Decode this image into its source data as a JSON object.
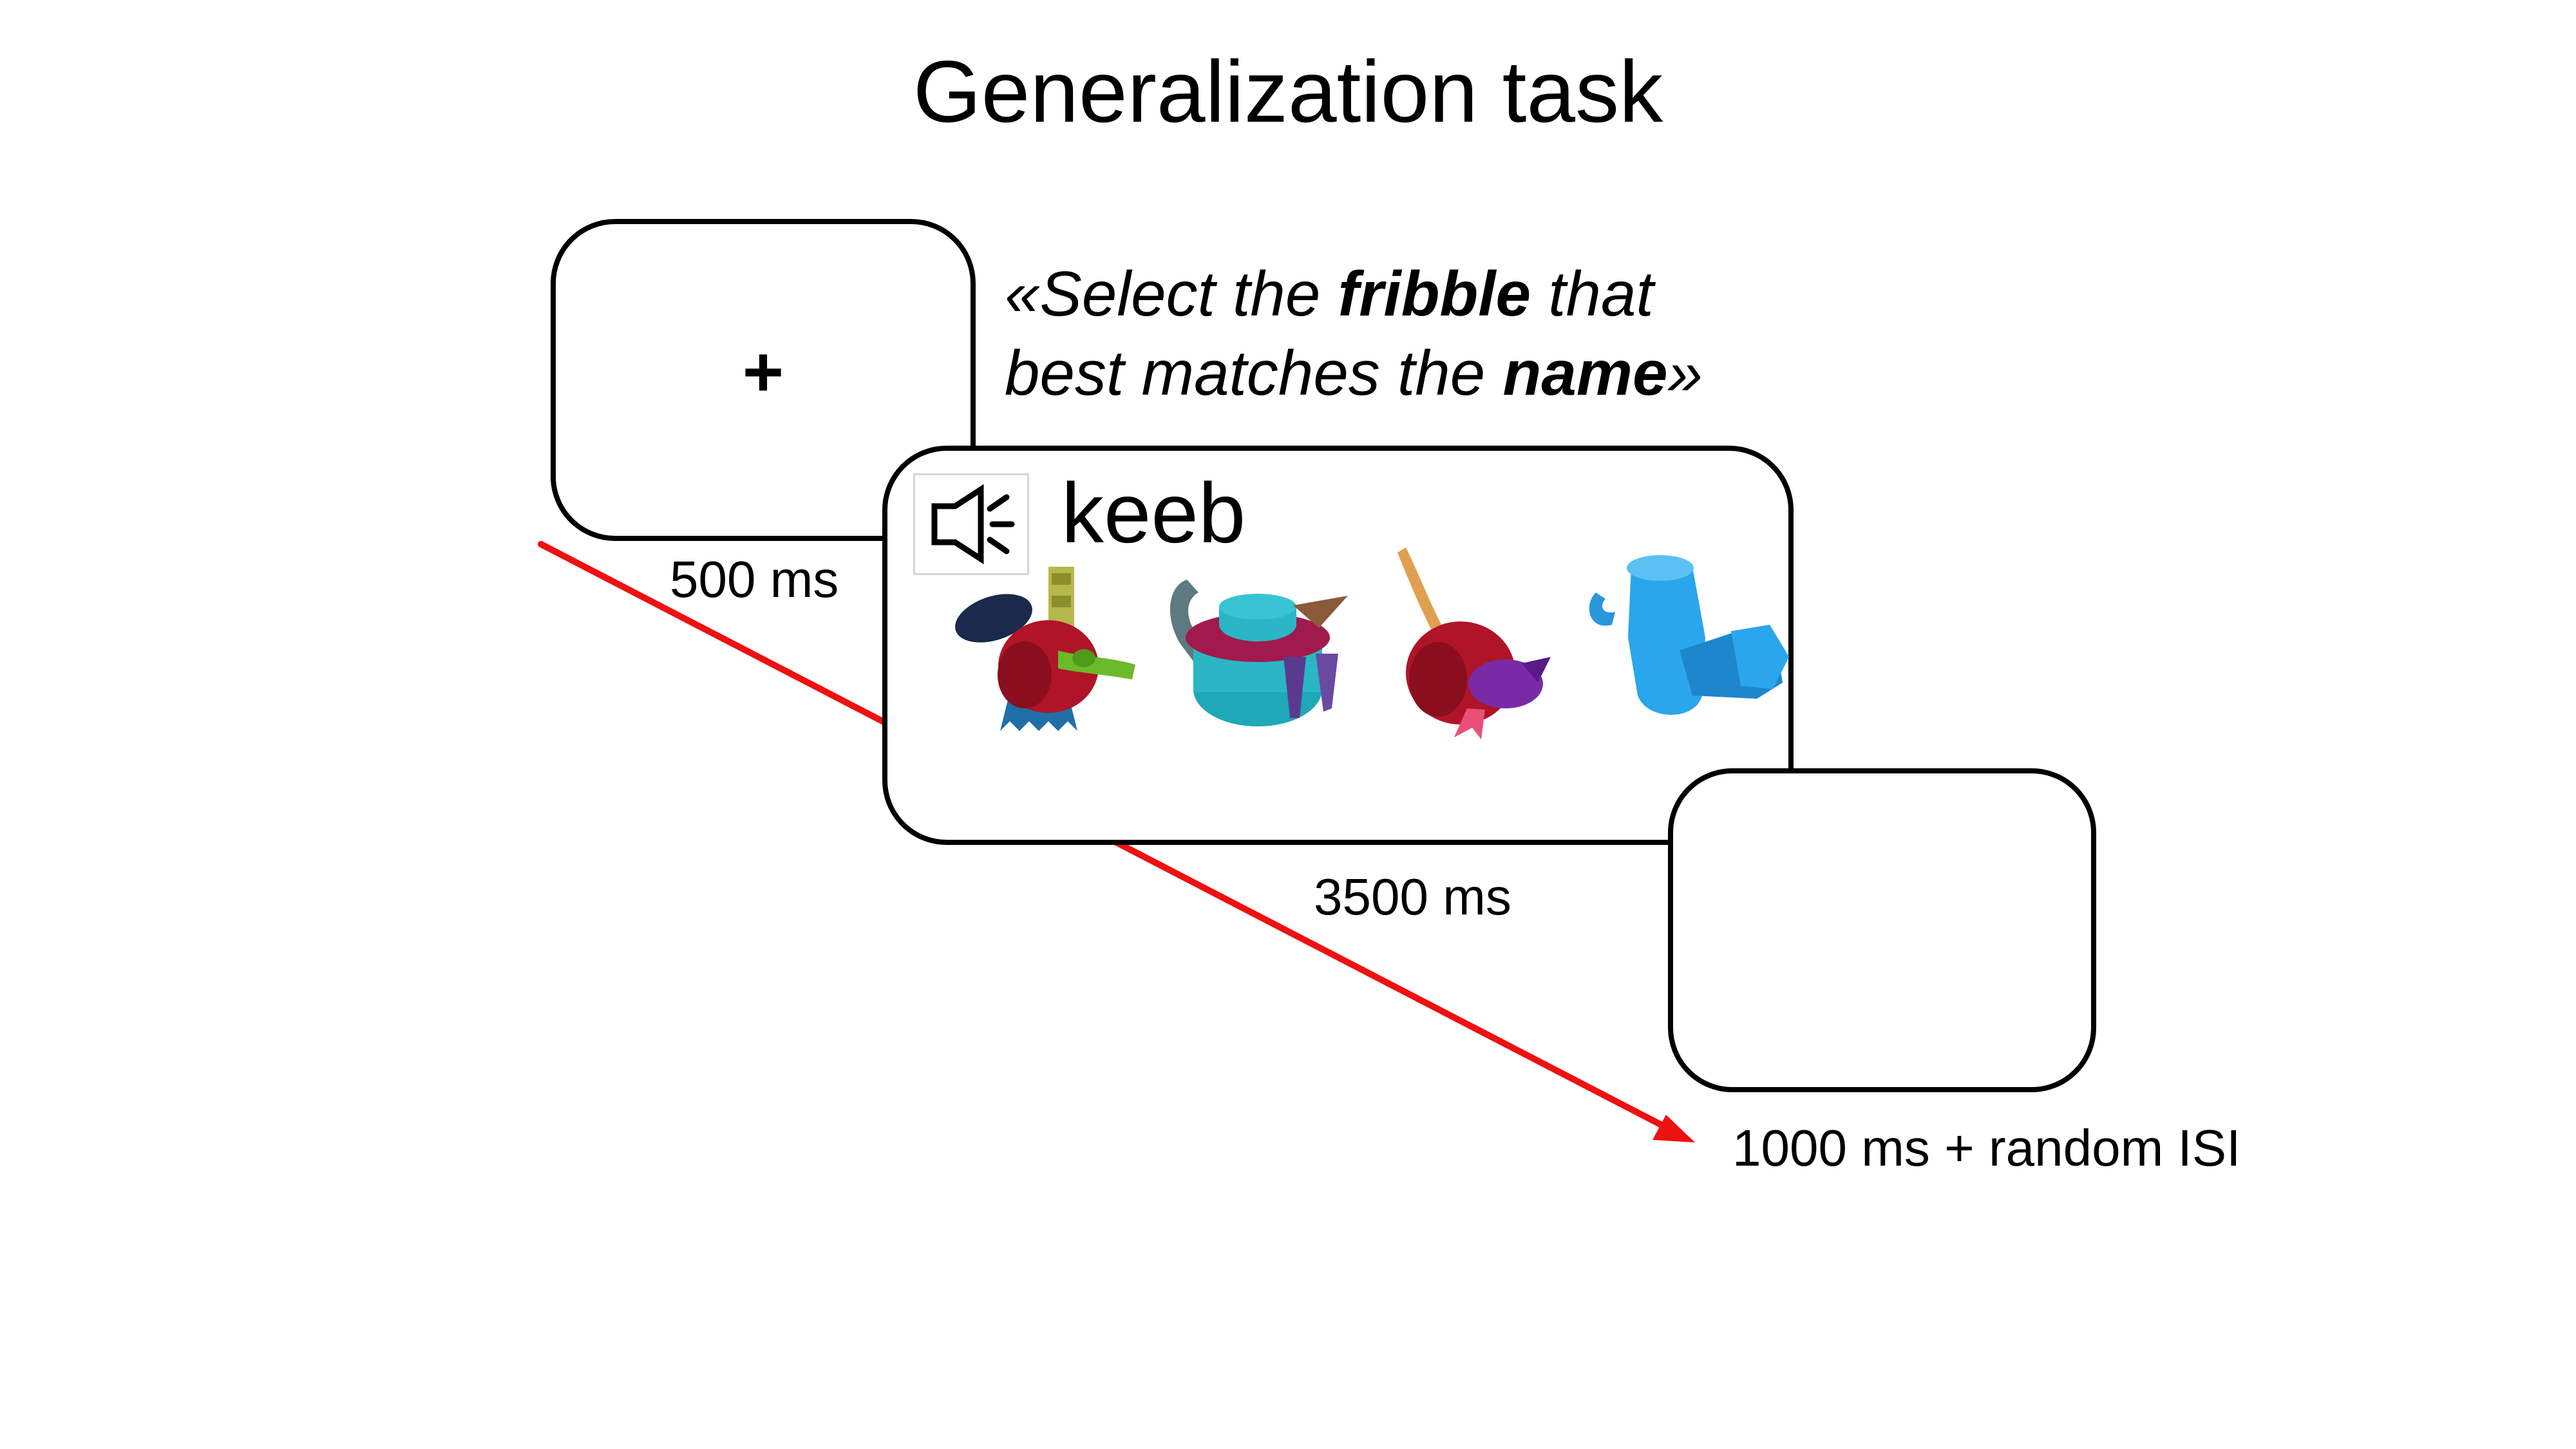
{
  "title": "Generalization task",
  "fixation": {
    "symbol": "+"
  },
  "instruction": {
    "part1": "«Select the ",
    "bold1": "fribble",
    "part2": " that",
    "part3": "best matches the ",
    "bold2": "name",
    "part4": "»"
  },
  "stimulus": {
    "word": "keeb",
    "audio_icon": "speaker-icon",
    "fribbles": [
      "fribble-1",
      "fribble-2",
      "fribble-3",
      "fribble-4"
    ]
  },
  "timings": [
    "500 ms",
    "3500 ms",
    "1000 ms + random ISI"
  ],
  "colors": {
    "arrow": "#ee1111",
    "fribble_red": "#b01428",
    "fribble_teal": "#2ab6c4",
    "fribble_blue": "#2aa6ec",
    "fribble_purple": "#7a2aa6",
    "fribble_green": "#6aba2a",
    "fribble_magenta": "#a01a4e"
  }
}
